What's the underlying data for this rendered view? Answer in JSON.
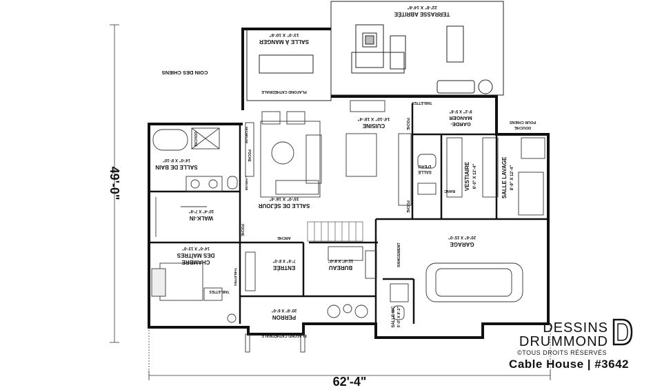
{
  "dimensions": {
    "width": "62'-4\"",
    "depth": "49'-0\""
  },
  "rooms": {
    "terrasse": {
      "name": "TERRASSE ABRITÉE",
      "size": "22'-8\" X 14'-8\""
    },
    "salle_manger": {
      "name": "SALLE À MANGER",
      "size": "13'-0\" X 10'-8\""
    },
    "coin_chiens": {
      "name": "COIN DES CHIENS"
    },
    "plafond_cathedrale_1": {
      "name": "PLAFOND CATHÉDRALE"
    },
    "cuisine": {
      "name": "CUISINE",
      "size": "14'-10\" X 18'-4\""
    },
    "garde_manger": {
      "name1": "GARDE-",
      "name2": "MANGER",
      "size": "9'-2\" X 5'-8\""
    },
    "douche_chiens": {
      "name1": "DOUCHE",
      "name2": "POUR CHIENS"
    },
    "salle_bain": {
      "name": "SALLE DE BAIN",
      "size": "14'-0\" X 9'-10\""
    },
    "salle_sejour": {
      "name": "SALLE DE SÉJOUR",
      "size": "15'-0\" X 16'-4\""
    },
    "salle_eau": {
      "name1": "SALLE",
      "name2": "D'EAU"
    },
    "vestiaire": {
      "name": "VESTIAIRE",
      "size": "6'-0\" X 12'-4\""
    },
    "salle_lavage": {
      "name": "SALLE LAVAGE",
      "size": "8'-9\" X 12'-4\""
    },
    "banc": {
      "name": "BANC"
    },
    "walkin": {
      "name": "WALK-IN",
      "size": "10'-4\" X 7'-8\""
    },
    "arche": {
      "name": "ARCHE"
    },
    "chambre": {
      "name1": "CHAMBRE",
      "name2": "DES MAÎTRES",
      "size": "14'-0\" X 13'-0\""
    },
    "entree": {
      "name": "ENTRÉE",
      "size": "7'-8\" X 8'-0\""
    },
    "bureau": {
      "name": "BUREAU",
      "size": "11'-0\" X 8'-0\""
    },
    "garage": {
      "name": "GARAGE",
      "size": "20'-6\" X 15'-0\""
    },
    "rangement": {
      "name": "RANGEMENT"
    },
    "wc": {
      "name": "SALLE WC",
      "size": "5'-0\" X 8'-2\""
    },
    "perron": {
      "name": "PERRON",
      "size": "20'-8\" X 6'-0\""
    },
    "plafond_cathedrale_2": {
      "name": "PLAFOND CATHÉDRALE"
    },
    "tablettes_1": {
      "name": "TABLETTES"
    },
    "tablettes_2": {
      "name": "TABLETTES"
    },
    "tablettes_3": {
      "name": "TABLETTES"
    },
    "douche": {
      "name": "DOUCHE"
    },
    "seche1": {
      "name": "SÉCHEUSE"
    },
    "seche2": {
      "name": "LAVEUSE"
    },
    "poche1": {
      "name": "POCHE"
    },
    "poche2": {
      "name": "POCHE"
    },
    "poche3": {
      "name": "POCHE"
    },
    "poche4": {
      "name": "POCHE"
    }
  },
  "brand": {
    "line1": "DESSINS",
    "line2": "DRUMMOND",
    "rights": "©TOUS DROITS RÉSERVÉS",
    "caption": "Cable House | #3642"
  }
}
